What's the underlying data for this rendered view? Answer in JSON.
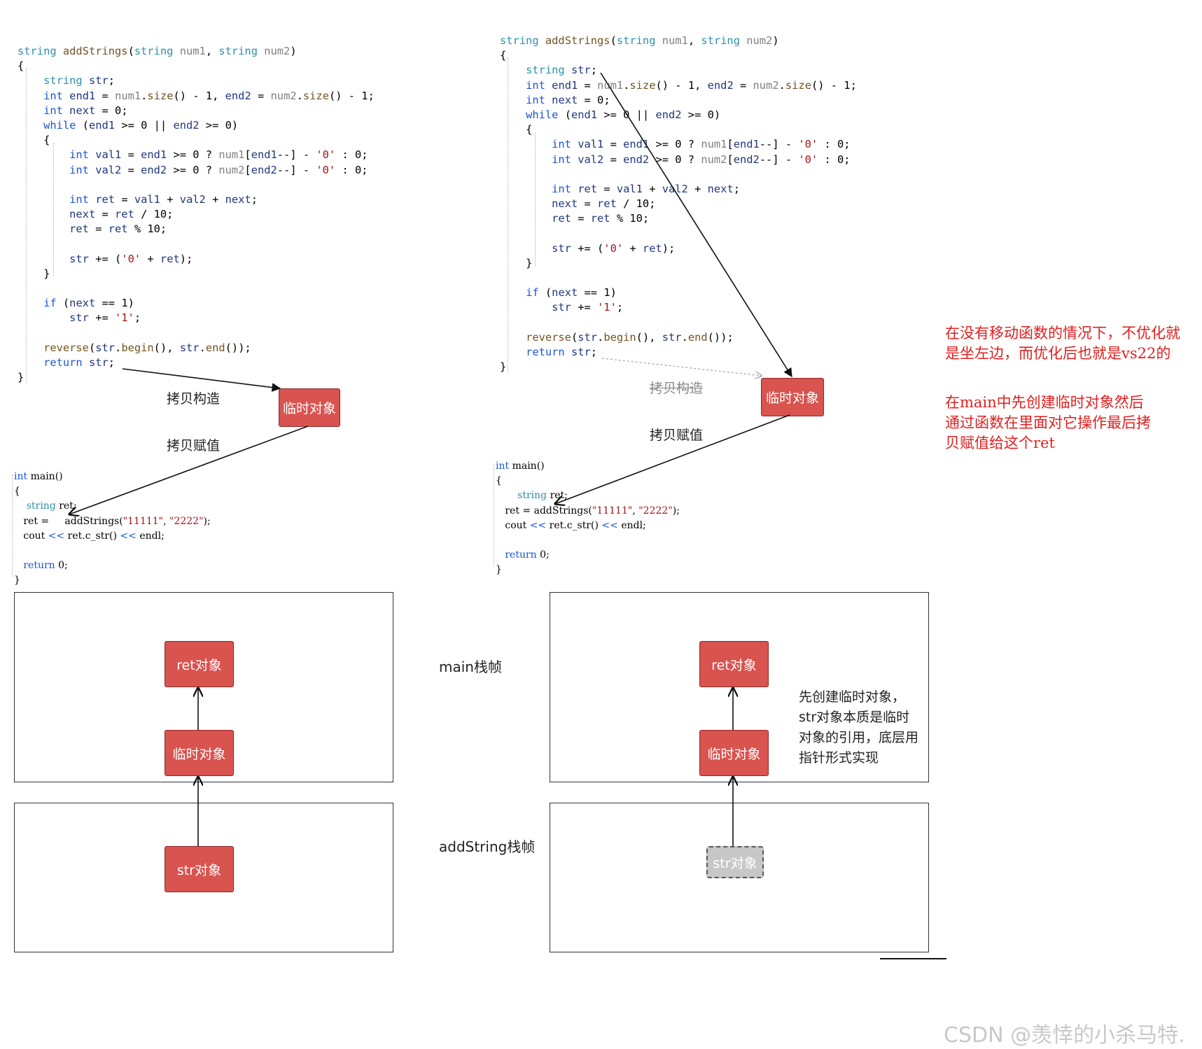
{
  "left_code": [
    [
      [
        "ty",
        "string"
      ],
      [
        "t",
        " "
      ],
      [
        "fn",
        "addStrings"
      ],
      [
        "t",
        "("
      ],
      [
        "ty",
        "string"
      ],
      [
        "t",
        " "
      ],
      [
        "prm",
        "num1"
      ],
      [
        "t",
        ", "
      ],
      [
        "ty",
        "string"
      ],
      [
        "t",
        " "
      ],
      [
        "prm",
        "num2"
      ],
      [
        "t",
        ")"
      ]
    ],
    [
      [
        "t",
        "{"
      ]
    ],
    [
      [
        "t",
        "    "
      ],
      [
        "ty",
        "string"
      ],
      [
        "t",
        " "
      ],
      [
        "var",
        "str"
      ],
      [
        "t",
        ";"
      ]
    ],
    [
      [
        "t",
        "    "
      ],
      [
        "kw",
        "int"
      ],
      [
        "t",
        " "
      ],
      [
        "var",
        "end1"
      ],
      [
        "t",
        " = "
      ],
      [
        "prm",
        "num1"
      ],
      [
        "t",
        "."
      ],
      [
        "fn",
        "size"
      ],
      [
        "t",
        "() - 1, "
      ],
      [
        "var",
        "end2"
      ],
      [
        "t",
        " = "
      ],
      [
        "prm",
        "num2"
      ],
      [
        "t",
        "."
      ],
      [
        "fn",
        "size"
      ],
      [
        "t",
        "() - 1;"
      ]
    ],
    [
      [
        "t",
        "    "
      ],
      [
        "kw",
        "int"
      ],
      [
        "t",
        " "
      ],
      [
        "var",
        "next"
      ],
      [
        "t",
        " = 0;"
      ]
    ],
    [
      [
        "t",
        "    "
      ],
      [
        "kw",
        "while"
      ],
      [
        "t",
        " ("
      ],
      [
        "var",
        "end1"
      ],
      [
        "t",
        " >= 0 || "
      ],
      [
        "var",
        "end2"
      ],
      [
        "t",
        " >= 0)"
      ]
    ],
    [
      [
        "t",
        "    {"
      ]
    ],
    [
      [
        "t",
        "        "
      ],
      [
        "kw",
        "int"
      ],
      [
        "t",
        " "
      ],
      [
        "var",
        "val1"
      ],
      [
        "t",
        " = "
      ],
      [
        "var",
        "end1"
      ],
      [
        "t",
        " >= 0 ? "
      ],
      [
        "prm",
        "num1"
      ],
      [
        "t",
        "["
      ],
      [
        "var",
        "end1"
      ],
      [
        "t",
        "--] - "
      ],
      [
        "str",
        "'0'"
      ],
      [
        "t",
        " : 0;"
      ]
    ],
    [
      [
        "t",
        "        "
      ],
      [
        "kw",
        "int"
      ],
      [
        "t",
        " "
      ],
      [
        "var",
        "val2"
      ],
      [
        "t",
        " = "
      ],
      [
        "var",
        "end2"
      ],
      [
        "t",
        " >= 0 ? "
      ],
      [
        "prm",
        "num2"
      ],
      [
        "t",
        "["
      ],
      [
        "var",
        "end2"
      ],
      [
        "t",
        "--] - "
      ],
      [
        "str",
        "'0'"
      ],
      [
        "t",
        " : 0;"
      ]
    ],
    [
      [
        "t",
        ""
      ]
    ],
    [
      [
        "t",
        "        "
      ],
      [
        "kw",
        "int"
      ],
      [
        "t",
        " "
      ],
      [
        "var",
        "ret"
      ],
      [
        "t",
        " = "
      ],
      [
        "var",
        "val1"
      ],
      [
        "t",
        " + "
      ],
      [
        "var",
        "val2"
      ],
      [
        "t",
        " + "
      ],
      [
        "var",
        "next"
      ],
      [
        "t",
        ";"
      ]
    ],
    [
      [
        "t",
        "        "
      ],
      [
        "var",
        "next"
      ],
      [
        "t",
        " = "
      ],
      [
        "var",
        "ret"
      ],
      [
        "t",
        " / 10;"
      ]
    ],
    [
      [
        "t",
        "        "
      ],
      [
        "var",
        "ret"
      ],
      [
        "t",
        " = "
      ],
      [
        "var",
        "ret"
      ],
      [
        "t",
        " % 10;"
      ]
    ],
    [
      [
        "t",
        ""
      ]
    ],
    [
      [
        "t",
        "        "
      ],
      [
        "var",
        "str"
      ],
      [
        "t",
        " += ("
      ],
      [
        "str",
        "'0'"
      ],
      [
        "t",
        " + "
      ],
      [
        "var",
        "ret"
      ],
      [
        "t",
        ");"
      ]
    ],
    [
      [
        "t",
        "    }"
      ]
    ],
    [
      [
        "t",
        ""
      ]
    ],
    [
      [
        "t",
        "    "
      ],
      [
        "kw",
        "if"
      ],
      [
        "t",
        " ("
      ],
      [
        "var",
        "next"
      ],
      [
        "t",
        " == 1)"
      ]
    ],
    [
      [
        "t",
        "        "
      ],
      [
        "var",
        "str"
      ],
      [
        "t",
        " += "
      ],
      [
        "str",
        "'1'"
      ],
      [
        "t",
        ";"
      ]
    ],
    [
      [
        "t",
        ""
      ]
    ],
    [
      [
        "t",
        "    "
      ],
      [
        "fn",
        "reverse"
      ],
      [
        "t",
        "("
      ],
      [
        "var",
        "str"
      ],
      [
        "t",
        "."
      ],
      [
        "fn",
        "begin"
      ],
      [
        "t",
        "(), "
      ],
      [
        "var",
        "str"
      ],
      [
        "t",
        "."
      ],
      [
        "fn",
        "end"
      ],
      [
        "t",
        "());"
      ]
    ],
    [
      [
        "t",
        "    "
      ],
      [
        "kw",
        "return"
      ],
      [
        "t",
        " "
      ],
      [
        "var",
        "str"
      ],
      [
        "t",
        ";"
      ]
    ],
    [
      [
        "t",
        "}"
      ]
    ]
  ],
  "right_code": [
    [
      [
        "ty",
        "string"
      ],
      [
        "t",
        " "
      ],
      [
        "fn",
        "addStrings"
      ],
      [
        "t",
        "("
      ],
      [
        "ty",
        "string"
      ],
      [
        "t",
        " "
      ],
      [
        "prm",
        "num1"
      ],
      [
        "t",
        ", "
      ],
      [
        "ty",
        "string"
      ],
      [
        "t",
        " "
      ],
      [
        "prm",
        "num2"
      ],
      [
        "t",
        ")"
      ]
    ],
    [
      [
        "t",
        "{"
      ]
    ],
    [
      [
        "t",
        "    "
      ],
      [
        "ty",
        "string"
      ],
      [
        "t",
        " "
      ],
      [
        "var",
        "str"
      ],
      [
        "t",
        ";"
      ]
    ],
    [
      [
        "t",
        "    "
      ],
      [
        "kw",
        "int"
      ],
      [
        "t",
        " "
      ],
      [
        "var",
        "end1"
      ],
      [
        "t",
        " = "
      ],
      [
        "prm",
        "num1"
      ],
      [
        "t",
        "."
      ],
      [
        "fn",
        "size"
      ],
      [
        "t",
        "() - 1, "
      ],
      [
        "var",
        "end2"
      ],
      [
        "t",
        " = "
      ],
      [
        "prm",
        "num2"
      ],
      [
        "t",
        "."
      ],
      [
        "fn",
        "size"
      ],
      [
        "t",
        "() - 1;"
      ]
    ],
    [
      [
        "t",
        "    "
      ],
      [
        "kw",
        "int"
      ],
      [
        "t",
        " "
      ],
      [
        "var",
        "next"
      ],
      [
        "t",
        " = 0;"
      ]
    ],
    [
      [
        "t",
        "    "
      ],
      [
        "kw",
        "while"
      ],
      [
        "t",
        " ("
      ],
      [
        "var",
        "end1"
      ],
      [
        "t",
        " >= 0 || "
      ],
      [
        "var",
        "end2"
      ],
      [
        "t",
        " >= 0)"
      ]
    ],
    [
      [
        "t",
        "    {"
      ]
    ],
    [
      [
        "t",
        "        "
      ],
      [
        "kw",
        "int"
      ],
      [
        "t",
        " "
      ],
      [
        "var",
        "val1"
      ],
      [
        "t",
        " = "
      ],
      [
        "var",
        "end1"
      ],
      [
        "t",
        " >= 0 ? "
      ],
      [
        "prm",
        "num1"
      ],
      [
        "t",
        "["
      ],
      [
        "var",
        "end1"
      ],
      [
        "t",
        "--] - "
      ],
      [
        "str",
        "'0'"
      ],
      [
        "t",
        " : 0;"
      ]
    ],
    [
      [
        "t",
        "        "
      ],
      [
        "kw",
        "int"
      ],
      [
        "t",
        " "
      ],
      [
        "var",
        "val2"
      ],
      [
        "t",
        " = "
      ],
      [
        "var",
        "end2"
      ],
      [
        "t",
        " >= 0 ? "
      ],
      [
        "prm",
        "num2"
      ],
      [
        "t",
        "["
      ],
      [
        "var",
        "end2"
      ],
      [
        "t",
        "--] - "
      ],
      [
        "str",
        "'0'"
      ],
      [
        "t",
        " : 0;"
      ]
    ],
    [
      [
        "t",
        ""
      ]
    ],
    [
      [
        "t",
        "        "
      ],
      [
        "kw",
        "int"
      ],
      [
        "t",
        " "
      ],
      [
        "var",
        "ret"
      ],
      [
        "t",
        " = "
      ],
      [
        "var",
        "val1"
      ],
      [
        "t",
        " + "
      ],
      [
        "var",
        "val2"
      ],
      [
        "t",
        " + "
      ],
      [
        "var",
        "next"
      ],
      [
        "t",
        ";"
      ]
    ],
    [
      [
        "t",
        "        "
      ],
      [
        "var",
        "next"
      ],
      [
        "t",
        " = "
      ],
      [
        "var",
        "ret"
      ],
      [
        "t",
        " / 10;"
      ]
    ],
    [
      [
        "t",
        "        "
      ],
      [
        "var",
        "ret"
      ],
      [
        "t",
        " = "
      ],
      [
        "var",
        "ret"
      ],
      [
        "t",
        " % 10;"
      ]
    ],
    [
      [
        "t",
        ""
      ]
    ],
    [
      [
        "t",
        "        "
      ],
      [
        "var",
        "str"
      ],
      [
        "t",
        " += ("
      ],
      [
        "str",
        "'0'"
      ],
      [
        "t",
        " + "
      ],
      [
        "var",
        "ret"
      ],
      [
        "t",
        ");"
      ]
    ],
    [
      [
        "t",
        "    }"
      ]
    ],
    [
      [
        "t",
        ""
      ]
    ],
    [
      [
        "t",
        "    "
      ],
      [
        "kw",
        "if"
      ],
      [
        "t",
        " ("
      ],
      [
        "var",
        "next"
      ],
      [
        "t",
        " == 1)"
      ]
    ],
    [
      [
        "t",
        "        "
      ],
      [
        "var",
        "str"
      ],
      [
        "t",
        " += "
      ],
      [
        "str",
        "'1'"
      ],
      [
        "t",
        ";"
      ]
    ],
    [
      [
        "t",
        ""
      ]
    ],
    [
      [
        "t",
        "    "
      ],
      [
        "fn",
        "reverse"
      ],
      [
        "t",
        "("
      ],
      [
        "var",
        "str"
      ],
      [
        "t",
        "."
      ],
      [
        "fn",
        "begin"
      ],
      [
        "t",
        "(), "
      ],
      [
        "var",
        "str"
      ],
      [
        "t",
        "."
      ],
      [
        "fn",
        "end"
      ],
      [
        "t",
        "());"
      ]
    ],
    [
      [
        "t",
        "    "
      ],
      [
        "kw",
        "return"
      ],
      [
        "t",
        " "
      ],
      [
        "var",
        "str"
      ],
      [
        "t",
        ";"
      ]
    ],
    [
      [
        "t",
        "}"
      ]
    ]
  ],
  "left_main": [
    [
      [
        "kw",
        "int"
      ],
      [
        "t",
        " main()"
      ]
    ],
    [
      [
        "t",
        "{"
      ]
    ],
    [
      [
        "t",
        "    "
      ],
      [
        "ty",
        "string"
      ],
      [
        "t",
        " ret;"
      ]
    ],
    [
      [
        "t",
        "   ret = "
      ],
      [
        "t",
        "    addStrings("
      ],
      [
        "str",
        "\"11111\""
      ],
      [
        "t",
        ", "
      ],
      [
        "str",
        "\"2222\""
      ],
      [
        "t",
        ");"
      ]
    ],
    [
      [
        "t",
        "   cout "
      ],
      [
        "kw",
        "<<"
      ],
      [
        "t",
        " ret.c_str() "
      ],
      [
        "kw",
        "<<"
      ],
      [
        "t",
        " endl;"
      ]
    ],
    [
      [
        "t",
        ""
      ]
    ],
    [
      [
        "t",
        "   "
      ],
      [
        "kw",
        "return"
      ],
      [
        "t",
        " 0;"
      ]
    ],
    [
      [
        "t",
        "}"
      ]
    ]
  ],
  "right_main": [
    [
      [
        "kw",
        "int"
      ],
      [
        "t",
        " main()"
      ]
    ],
    [
      [
        "t",
        "{"
      ]
    ],
    [
      [
        "t",
        "       "
      ],
      [
        "ty",
        "string"
      ],
      [
        "t",
        " ret;"
      ]
    ],
    [
      [
        "t",
        "   ret = "
      ],
      [
        "t",
        "addStrings("
      ],
      [
        "str",
        "\"11111\""
      ],
      [
        "t",
        ", "
      ],
      [
        "str",
        "\"2222\""
      ],
      [
        "t",
        ");"
      ]
    ],
    [
      [
        "t",
        "   cout "
      ],
      [
        "kw",
        "<<"
      ],
      [
        "t",
        " ret.c_str() "
      ],
      [
        "kw",
        "<<"
      ],
      [
        "t",
        " endl;"
      ]
    ],
    [
      [
        "t",
        ""
      ]
    ],
    [
      [
        "t",
        "   "
      ],
      [
        "kw",
        "return"
      ],
      [
        "t",
        " 0;"
      ]
    ],
    [
      [
        "t",
        "}"
      ]
    ]
  ],
  "labels": {
    "temp_object": "临时对象",
    "copy_construct": "拷贝构造",
    "copy_assign": "拷贝赋值",
    "ret_object": "ret对象",
    "str_object": "str对象",
    "main_frame": "main栈帧",
    "add_frame": "addString栈帧"
  },
  "notes": {
    "red_1": "在没有移动函数的情况下，不优化就是坐左边，而优化后也就是vs22的",
    "red_2": "在main中先创建临时对象然后通过函数在里面对它操作最后拷贝赋值给这个ret",
    "stack_note": "先创建临时对象，str对象本质是临时对象的引用，底层用指针形式实现"
  },
  "watermark": "CSDN @羡悻的小杀马特.",
  "colors": {
    "box_red": "#d9534f",
    "note_red": "#e02020",
    "keyword_blue": "#1a55d6",
    "type_teal": "#2b91af"
  }
}
